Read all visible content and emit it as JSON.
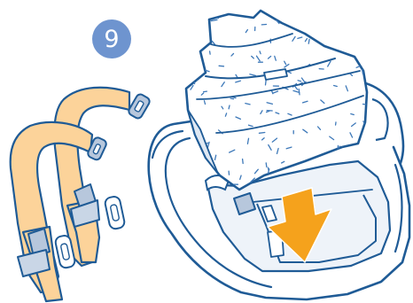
{
  "step": {
    "number": "9"
  },
  "colors": {
    "badge": "#6e94cf",
    "outline": "#1f5b96",
    "strap": "#fcd39a",
    "buckle": "#b7c7dc",
    "arrow": "#f5a21c",
    "cover": "#ffffff",
    "speckle": "#3e79b9",
    "seat_shade": "#eef3f9"
  },
  "illustration": {
    "left": "harness-straps-with-buckles",
    "right": "seat-cover-removed-from-car-seat",
    "arrow_direction": "down"
  }
}
